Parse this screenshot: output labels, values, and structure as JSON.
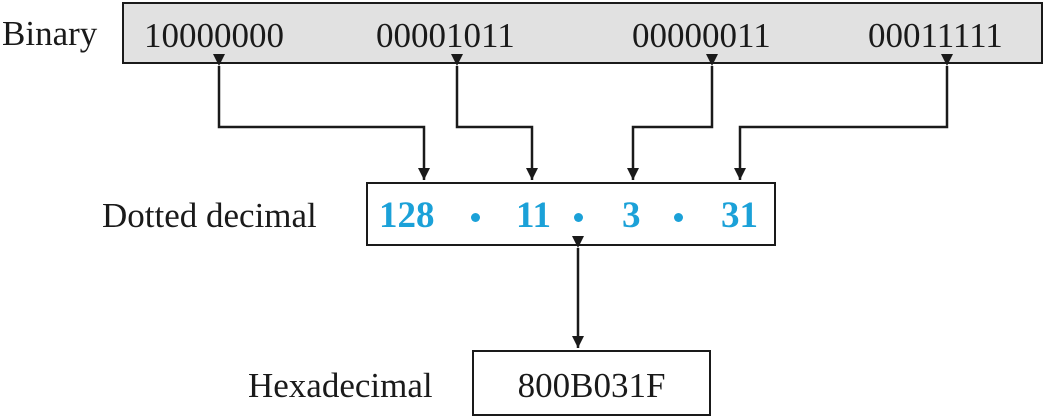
{
  "binary": {
    "label": "Binary",
    "octets": [
      "10000000",
      "00001011",
      "00000011",
      "00011111"
    ]
  },
  "dotted_decimal": {
    "label": "Dotted decimal",
    "values": [
      "128",
      "11",
      "3",
      "31"
    ]
  },
  "hexadecimal": {
    "label": "Hexadecimal",
    "value": "800B031F"
  },
  "colors": {
    "decimal_text": "#1ba1d8",
    "binary_box_fill": "#e1e1e1",
    "line": "#1a1a1a"
  }
}
